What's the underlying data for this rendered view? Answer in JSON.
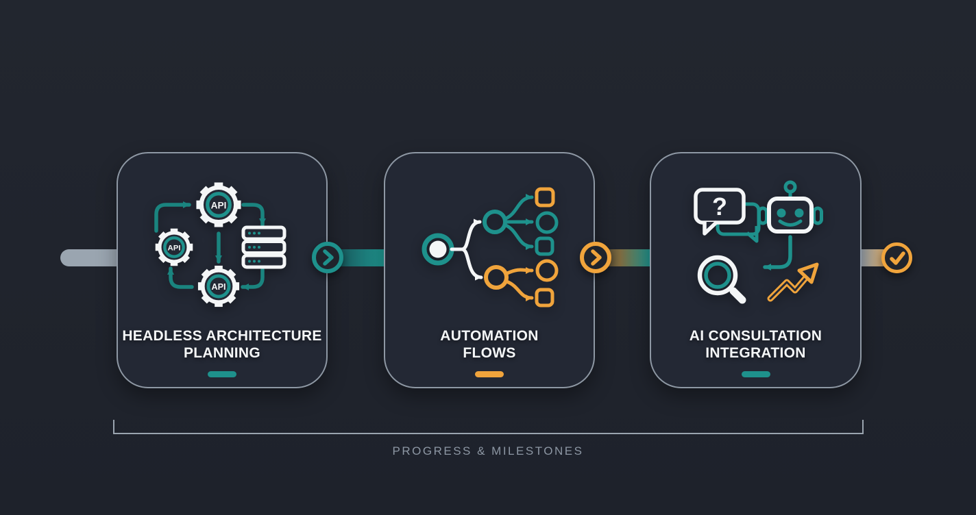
{
  "page": {
    "footer_label": "PROGRESS & MILESTONES"
  },
  "colors": {
    "background": "#20242c",
    "card_fill": "#232834",
    "card_border": "#8e98a4",
    "teal": "#1e918c",
    "orange": "#f0a43c",
    "white": "#f4f6f7",
    "grey_start_bar": "#9aa5b0",
    "footer_text": "#8d97a4"
  },
  "steps": [
    {
      "title_lines": [
        "HEADLESS ARCHITECTURE",
        "PLANNING"
      ],
      "accent": "#1e918c",
      "icon": "api-gears-and-server"
    },
    {
      "title_lines": [
        "AUTOMATION",
        "FLOWS"
      ],
      "accent": "#f0a43c",
      "icon": "branching-automation-flow"
    },
    {
      "title_lines": [
        "AI CONSULTATION",
        "INTEGRATION"
      ],
      "accent": "#1e918c",
      "icon": "chat-robot-search-growth"
    }
  ],
  "icon_text": {
    "gear_labels": [
      "API",
      "API",
      "API"
    ],
    "question_mark": "?"
  },
  "timeline": {
    "connectors": [
      {
        "marker": "chevron",
        "color": "#1e918c"
      },
      {
        "marker": "chevron",
        "color": "#f0a43c"
      },
      {
        "marker": "check",
        "color": "#f0a43c"
      }
    ]
  }
}
